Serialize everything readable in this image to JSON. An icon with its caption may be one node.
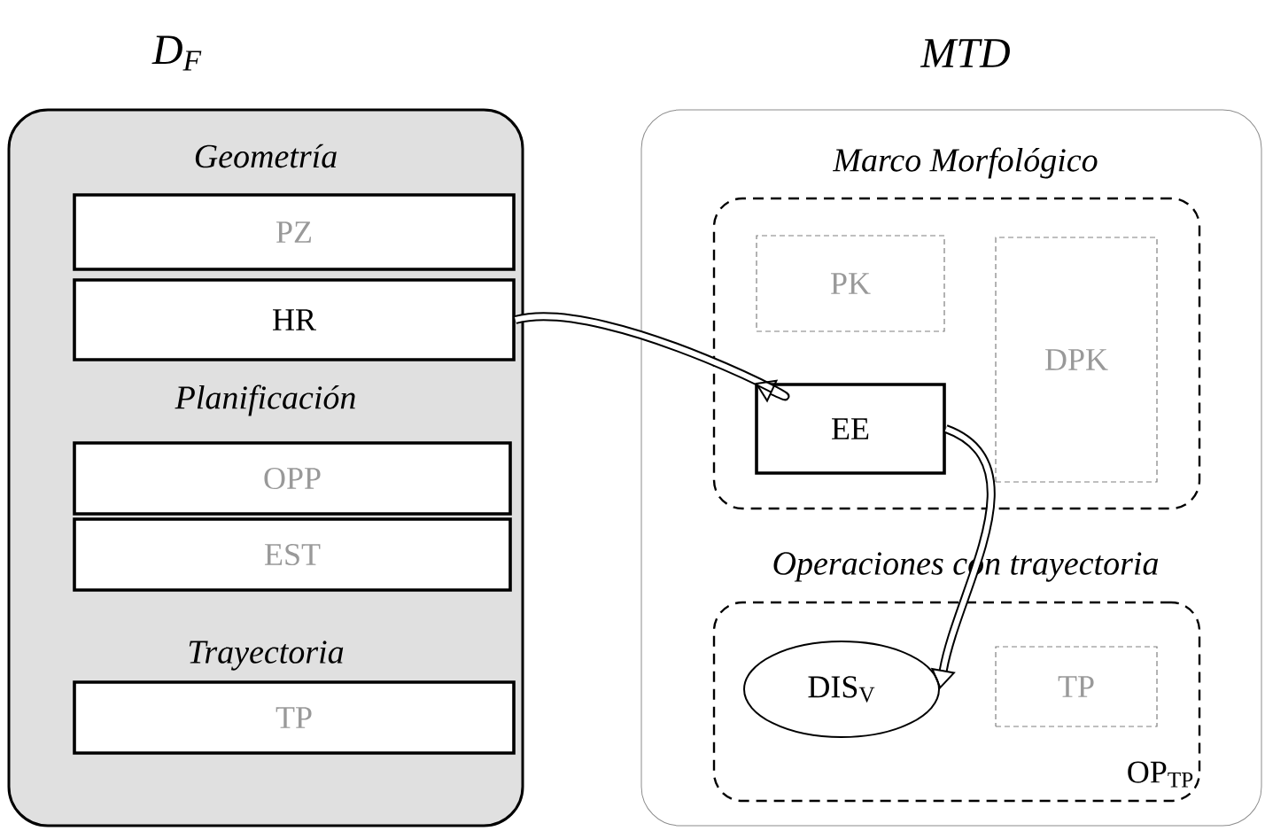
{
  "diagram": {
    "nodes": [
      {
        "text": [
          "D$_{F}$",
          "Geometría",
          "Planificación",
          "Trayectoria"
        ]
      },
      {
        "text": [
          "PZ"
        ],
        "in": 0
      },
      {
        "text": [
          "HR"
        ],
        "in": 0
      },
      {
        "text": [
          "OPP"
        ],
        "in": 0
      },
      {
        "text": [
          "EST"
        ],
        "in": 0
      },
      {
        "text": [
          "TP"
        ],
        "in": 0
      },
      {
        "text": [
          "MTD"
        ]
      },
      {
        "text": [
          "Marco Morfológico"
        ],
        "in": 6
      },
      {
        "text": [
          "PK"
        ],
        "in": 7
      },
      {
        "text": [
          "DPK"
        ],
        "in": 7
      },
      {
        "text": [
          "EE"
        ],
        "in": 7
      },
      {
        "text": [
          "Operaciones con trayectoria",
          "OP$_{TP}$"
        ],
        "in": 6
      },
      {
        "text": [
          "DIS$_{V}$"
        ],
        "in": 11
      },
      {
        "text": [
          "TP"
        ],
        "in": 11
      }
    ],
    "edges": [
      {
        "from": 2,
        "to": 10,
        "arrow": "to"
      },
      {
        "from": 10,
        "to": 12,
        "arrow": "to"
      }
    ]
  }
}
